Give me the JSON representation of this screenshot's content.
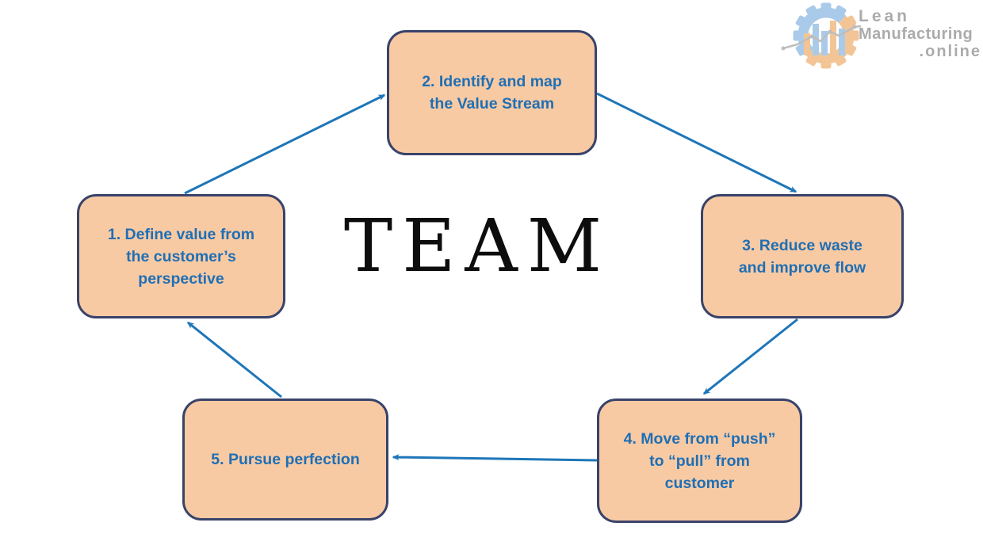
{
  "diagram": {
    "center_title": "TEAM",
    "steps": [
      {
        "label": "1. Define value from the customer’s perspective"
      },
      {
        "label": "2. Identify and map the Value Stream"
      },
      {
        "label": "3. Reduce waste and improve flow"
      },
      {
        "label": "4. Move from “push” to “pull” from customer"
      },
      {
        "label": "5. Pursue perfection"
      }
    ],
    "flow": [
      "step-1 → step-2",
      "step-2 → step-3",
      "step-3 → step-4",
      "step-4 → step-5",
      "step-5 → step-1"
    ]
  },
  "logo": {
    "line1": "Lean",
    "line2": "Manufacturing",
    "line3": ".online",
    "icon": "gear-with-bar-chart-icon"
  },
  "colors": {
    "box_fill": "#f8caa4",
    "box_border": "#39436a",
    "box_text": "#1f6fb4",
    "arrow": "#1e76b8",
    "title_text": "#0d0d0d",
    "logo_gray": "#ababab",
    "logo_blue": "#a9cbe9",
    "logo_orange": "#f3c596",
    "background": "#ffffff"
  }
}
